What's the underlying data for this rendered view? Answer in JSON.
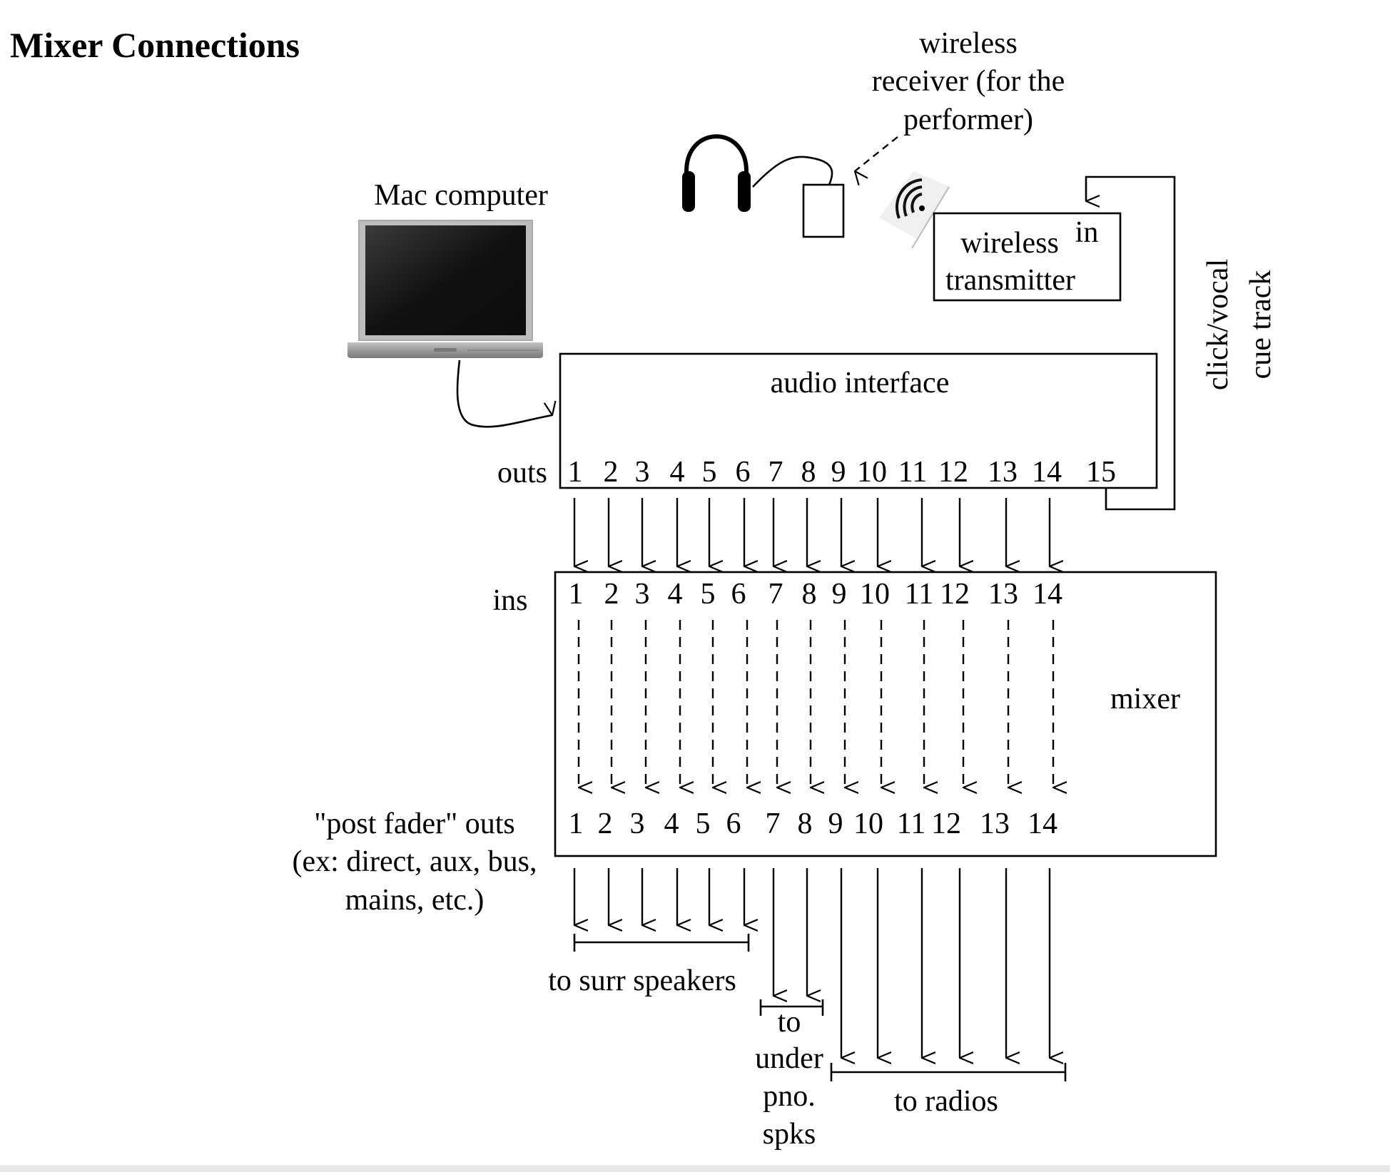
{
  "title": "Mixer Connections",
  "labels": {
    "wireless_receiver": [
      "wireless",
      "receiver (for the",
      "performer)"
    ],
    "mac_computer": "Mac computer",
    "wireless_transmitter": [
      "wireless",
      "transmitter"
    ],
    "transmitter_in": "in",
    "audio_interface": "audio interface",
    "outs": "outs",
    "ins": "ins",
    "mixer": "mixer",
    "cue_track": [
      "click/vocal",
      "cue track"
    ],
    "post_fader": [
      "\"post fader\" outs",
      "(ex: direct, aux, bus,",
      "mains, etc.)"
    ],
    "to_surr": "to surr speakers",
    "to_under_pno": [
      "to",
      "under",
      "pno.",
      "spks"
    ],
    "to_radios": "to radios"
  },
  "audio_interface_outs": [
    "1",
    "2",
    "3",
    "4",
    "5",
    "6",
    "7",
    "8",
    "9",
    "10",
    "11",
    "12",
    "13",
    "14",
    "15"
  ],
  "mixer_ins": [
    "1",
    "2",
    "3",
    "4",
    "5",
    "6",
    "7",
    "8",
    "9",
    "10",
    "11",
    "12",
    "13",
    "14"
  ],
  "mixer_post_fader_outs": [
    "1",
    "2",
    "3",
    "4",
    "5",
    "6",
    "7",
    "8",
    "9",
    "10",
    "11",
    "12",
    "13",
    "14"
  ],
  "routing": {
    "surr_speakers_channels": [
      1,
      2,
      3,
      4,
      5,
      6
    ],
    "under_piano_channels": [
      7,
      8
    ],
    "radios_channels": [
      9,
      10,
      11,
      12,
      13,
      14
    ],
    "cue_track_channel": 15
  },
  "icons": {
    "headphones": "headphones-icon",
    "receiver": "receiver-box",
    "wireless_signal": "wireless-signal-icon",
    "laptop": "laptop-icon"
  }
}
